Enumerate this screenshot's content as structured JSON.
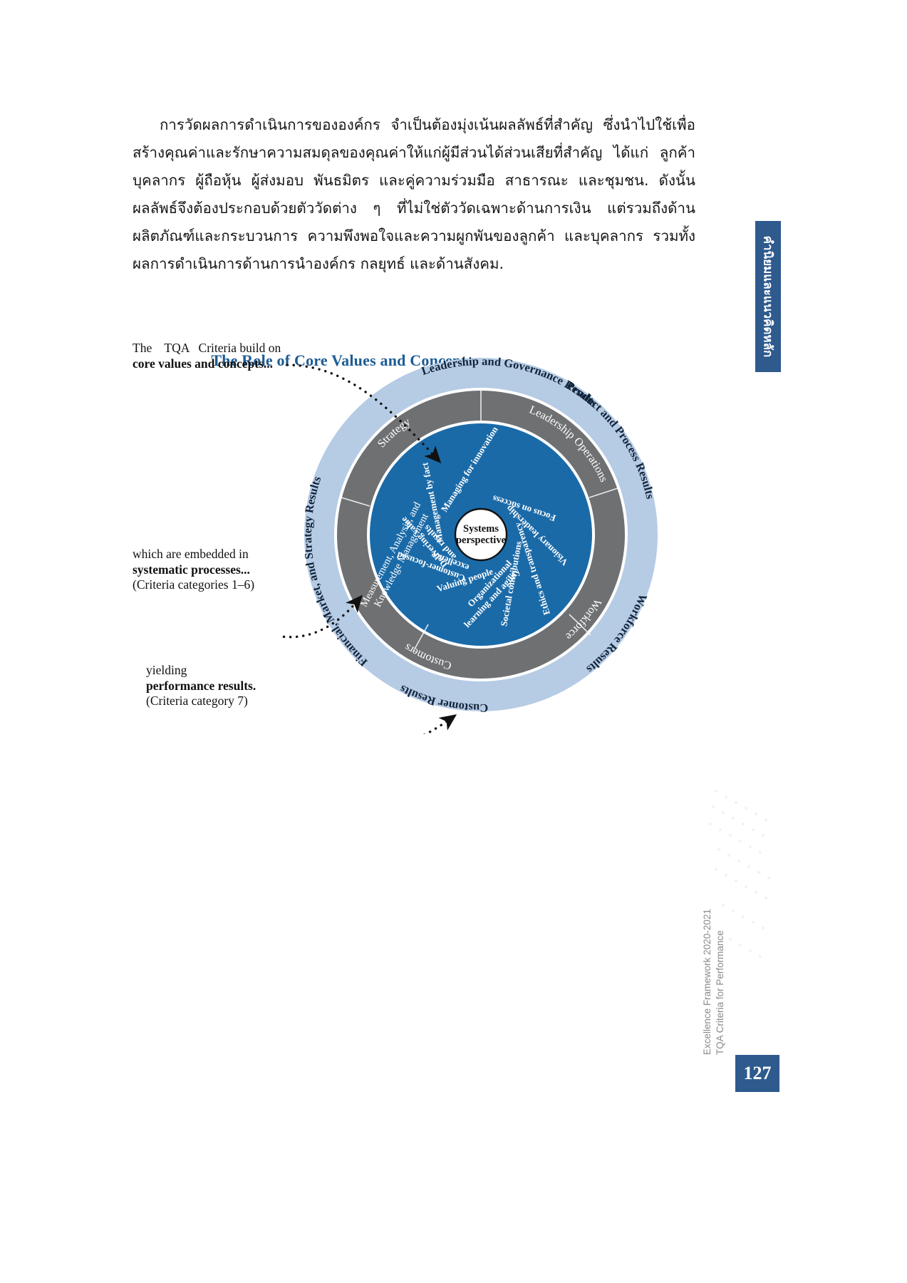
{
  "body": {
    "paragraph": "การวัดผลการดำเนินการขององค์กร  จำเป็นต้องมุ่งเน้นผลลัพธ์ที่สำคัญ  ซึ่งนำไปใช้เพื่อสร้างคุณค่าและรักษาความสมดุลของคุณค่าให้แก่ผู้มีส่วนได้ส่วนเสียที่สำคัญ  ได้แก่  ลูกค้า  บุคลากร ผู้ถือหุ้น ผู้ส่งมอบ พันธมิตร และคู่ความร่วมมือ สาธารณะ และชุมชน. ดังนั้น ผลลัพธ์จึงต้องประกอบด้วยตัววัดต่าง ๆ ที่ไม่ใช่ตัววัดเฉพาะด้านการเงิน แต่รวมถึงด้านผลิตภัณฑ์และกระบวนการ ความพึงพอใจและความผูกพันของลูกค้า และบุคลากร รวมทั้งผลการดำเนินการด้านการนำองค์กร กลยุทธ์ และด้านสังคม."
  },
  "figure": {
    "title": "The Role of Core Values and Concepts",
    "annotations": {
      "top": {
        "line1": "The    TQA   Criteria build on",
        "line2": "core values and concepts..."
      },
      "middle": {
        "line1": "which are embedded in",
        "line2": "systematic processes...",
        "line3": "(Criteria categories 1–6)"
      },
      "bottom": {
        "line1": "yielding",
        "line2": "performance results.",
        "line3": "(Criteria category 7)"
      }
    },
    "outer_ring": [
      "Leadership and Governance Results",
      "Product and Process Results",
      "Workforce Results",
      "Customer Results",
      "Financial, Market, and Strategy Results"
    ],
    "middle_ring": [
      "Leadership",
      "Operations",
      "Workforce",
      "Customers",
      "Measurement, Analysis, and Knowledge Management",
      "Strategy"
    ],
    "core_values": [
      "Focus on success",
      "Visionary leadership",
      "Ethics and transparency",
      "Societal contributions",
      "Organizational learning and agility",
      "Valuing people",
      "Customer-focused excellence",
      "Delivering value and results",
      "Management by fact",
      "Managing for innovation"
    ],
    "hub": {
      "line1": "Systems",
      "line2": "perspective"
    },
    "colors": {
      "outer_ring": "#b6cbe4",
      "middle_ring": "#6f7072",
      "inner_disc": "#1a6aa8",
      "hub": "#ffffff",
      "title": "#1d5c94",
      "accent": "#2e5a8e"
    }
  },
  "side_tab": {
    "label": "คำนิยมและแนวคิดหลัก"
  },
  "footer": {
    "line1": "TQA Criteria for Performance",
    "line2": "Excellence Framework 2020-2021",
    "page_number": "127"
  }
}
